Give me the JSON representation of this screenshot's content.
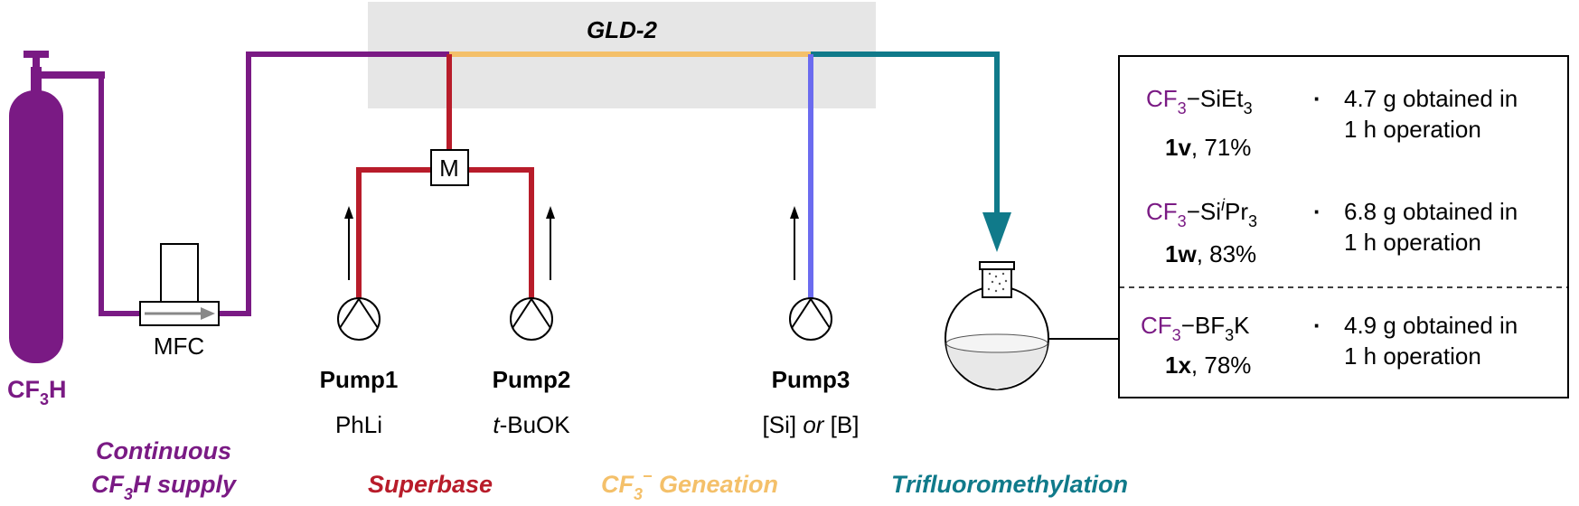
{
  "colors": {
    "cf3h": "#7a1a84",
    "superbase": "#b81c2a",
    "generation": "#f4c06a",
    "trifluoro": "#107a8a",
    "reagent": "#6b6bef",
    "reactor_box": "#e6e6e6"
  },
  "reactor": {
    "label": "GLD-2"
  },
  "cylinder": {
    "label_main": "CF",
    "label_sub": "3",
    "label_end": "H"
  },
  "mfc": {
    "label": "MFC"
  },
  "mixer": {
    "label": "M"
  },
  "pumps": [
    {
      "name": "Pump1",
      "reagent": "PhLi"
    },
    {
      "name": "Pump2",
      "reagent_italic": "t",
      "reagent_rest": "-BuOK"
    },
    {
      "name": "Pump3",
      "reagent_a": "[Si] ",
      "reagent_or": "or",
      "reagent_b": " [B]"
    }
  ],
  "categories": {
    "supply_line1": "Continuous",
    "supply_line2a": "CF",
    "supply_line2sub": "3",
    "supply_line2b": "H supply",
    "superbase": "Superbase",
    "generation_a": "CF",
    "generation_sub": "3",
    "generation_sup": "−",
    "generation_b": " Geneation",
    "trifluoro": "Trifluoromethylation"
  },
  "products": [
    {
      "cf3": "CF",
      "cf3sub": "3",
      "rest": "−SiEt",
      "restsub": "3",
      "restsup": "",
      "rest2": "",
      "id": "1v",
      "yield": ", 71%",
      "bullet": "·",
      "note1": "4.7 g obtained in",
      "note2": "1 h operation"
    },
    {
      "cf3": "CF",
      "cf3sub": "3",
      "rest": "−Si",
      "restsub": "",
      "restsup": "i",
      "rest2": "Pr",
      "rest2sub": "3",
      "id": "1w",
      "yield": ", 83%",
      "bullet": "·",
      "note1": "6.8 g obtained in",
      "note2": "1 h operation"
    },
    {
      "cf3": "CF",
      "cf3sub": "3",
      "rest": "−BF",
      "restsub": "3",
      "restsup": "",
      "rest2": "K",
      "id": "1x",
      "yield": ", 78%",
      "bullet": "·",
      "note1": "4.9 g obtained in",
      "note2": "1 h operation"
    }
  ]
}
